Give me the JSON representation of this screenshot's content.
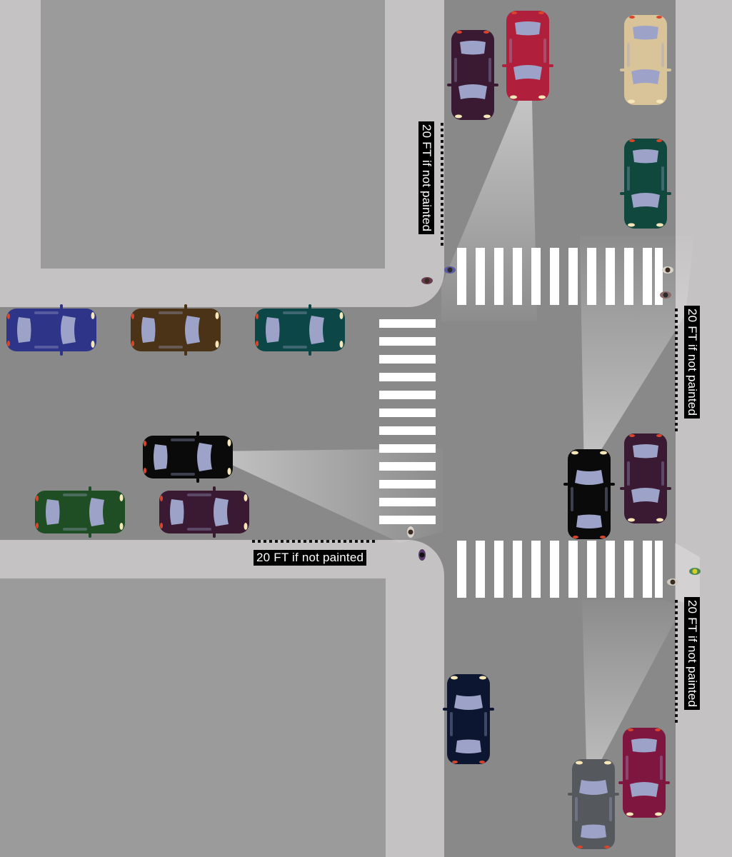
{
  "labels": {
    "no_parking_zone": "20 FT if not painted"
  },
  "colors": {
    "asphalt": "#8a8989",
    "sidewalk": "#c4c2c2",
    "building": "#9c9b9b",
    "crosswalk": "#ffffff",
    "curb_marking": "#111111",
    "sign_background": "#000000",
    "sign_text": "#ffffff"
  },
  "vehicles": [
    {
      "id": "plum-car-top",
      "color": "#3a1a33",
      "heading": "south"
    },
    {
      "id": "red-car-top",
      "color": "#b0203c",
      "heading": "south"
    },
    {
      "id": "tan-car-top",
      "color": "#d9c49a",
      "heading": "south"
    },
    {
      "id": "teal-car-right",
      "color": "#10483e",
      "heading": "south"
    },
    {
      "id": "blue-car-left",
      "color": "#2e3588",
      "heading": "east"
    },
    {
      "id": "brown-car-left",
      "color": "#4a3316",
      "heading": "east"
    },
    {
      "id": "teal-car-left",
      "color": "#0c4646",
      "heading": "east"
    },
    {
      "id": "black-car-middle",
      "color": "#0a0a0a",
      "heading": "east"
    },
    {
      "id": "green-car-left",
      "color": "#1f4e24",
      "heading": "east"
    },
    {
      "id": "plum-car-left",
      "color": "#3a1a33",
      "heading": "east"
    },
    {
      "id": "black-car-right",
      "color": "#0a0a0a",
      "heading": "north"
    },
    {
      "id": "plum-car-right",
      "color": "#3a1a33",
      "heading": "south"
    },
    {
      "id": "navy-car-bottom",
      "color": "#0c1630",
      "heading": "north"
    },
    {
      "id": "gray-car-bottom",
      "color": "#55585c",
      "heading": "north"
    },
    {
      "id": "maroon-car-bottom",
      "color": "#7e1640",
      "heading": "south"
    }
  ]
}
